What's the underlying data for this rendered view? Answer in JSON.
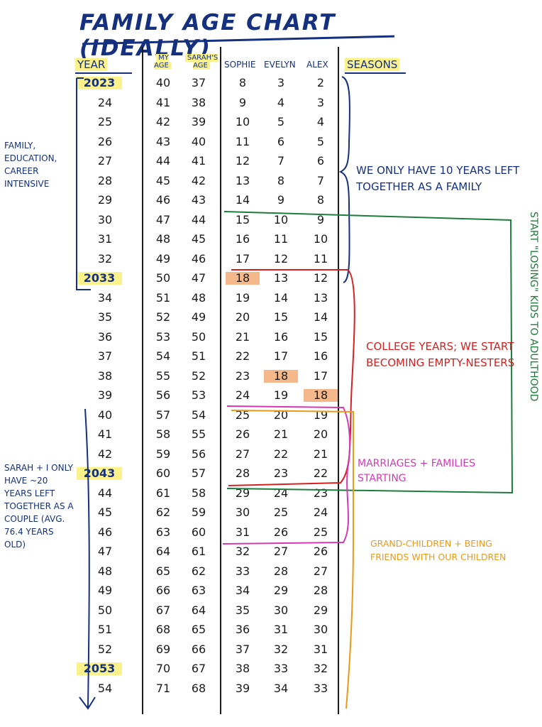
{
  "title": "Family Age chart (ideally)",
  "headers": {
    "year": "Year",
    "my_age": "My Age",
    "sarahs_age": "Sarah's Age",
    "sophie": "Sophie",
    "evelyn": "Evelyn",
    "alex": "Alex",
    "seasons": "Seasons"
  },
  "rows": [
    {
      "year": "2023",
      "my": "40",
      "sarah": "37",
      "sophie": "8",
      "evelyn": "3",
      "alex": "2",
      "mark": true
    },
    {
      "year": "24",
      "my": "41",
      "sarah": "38",
      "sophie": "9",
      "evelyn": "4",
      "alex": "3"
    },
    {
      "year": "25",
      "my": "42",
      "sarah": "39",
      "sophie": "10",
      "evelyn": "5",
      "alex": "4"
    },
    {
      "year": "26",
      "my": "43",
      "sarah": "40",
      "sophie": "11",
      "evelyn": "6",
      "alex": "5"
    },
    {
      "year": "27",
      "my": "44",
      "sarah": "41",
      "sophie": "12",
      "evelyn": "7",
      "alex": "6"
    },
    {
      "year": "28",
      "my": "45",
      "sarah": "42",
      "sophie": "13",
      "evelyn": "8",
      "alex": "7"
    },
    {
      "year": "29",
      "my": "46",
      "sarah": "43",
      "sophie": "14",
      "evelyn": "9",
      "alex": "8"
    },
    {
      "year": "30",
      "my": "47",
      "sarah": "44",
      "sophie": "15",
      "evelyn": "10",
      "alex": "9"
    },
    {
      "year": "31",
      "my": "48",
      "sarah": "45",
      "sophie": "16",
      "evelyn": "11",
      "alex": "10"
    },
    {
      "year": "32",
      "my": "49",
      "sarah": "46",
      "sophie": "17",
      "evelyn": "12",
      "alex": "11"
    },
    {
      "year": "2033",
      "my": "50",
      "sarah": "47",
      "sophie": "18",
      "evelyn": "13",
      "alex": "12",
      "mark": true,
      "peach": "sophie"
    },
    {
      "year": "34",
      "my": "51",
      "sarah": "48",
      "sophie": "19",
      "evelyn": "14",
      "alex": "13"
    },
    {
      "year": "35",
      "my": "52",
      "sarah": "49",
      "sophie": "20",
      "evelyn": "15",
      "alex": "14"
    },
    {
      "year": "36",
      "my": "53",
      "sarah": "50",
      "sophie": "21",
      "evelyn": "16",
      "alex": "15"
    },
    {
      "year": "37",
      "my": "54",
      "sarah": "51",
      "sophie": "22",
      "evelyn": "17",
      "alex": "16"
    },
    {
      "year": "38",
      "my": "55",
      "sarah": "52",
      "sophie": "23",
      "evelyn": "18",
      "alex": "17",
      "peach": "evelyn"
    },
    {
      "year": "39",
      "my": "56",
      "sarah": "53",
      "sophie": "24",
      "evelyn": "19",
      "alex": "18",
      "peach": "alex"
    },
    {
      "year": "40",
      "my": "57",
      "sarah": "54",
      "sophie": "25",
      "evelyn": "20",
      "alex": "19"
    },
    {
      "year": "41",
      "my": "58",
      "sarah": "55",
      "sophie": "26",
      "evelyn": "21",
      "alex": "20"
    },
    {
      "year": "42",
      "my": "59",
      "sarah": "56",
      "sophie": "27",
      "evelyn": "22",
      "alex": "21"
    },
    {
      "year": "2043",
      "my": "60",
      "sarah": "57",
      "sophie": "28",
      "evelyn": "23",
      "alex": "22",
      "mark": true
    },
    {
      "year": "44",
      "my": "61",
      "sarah": "58",
      "sophie": "29",
      "evelyn": "24",
      "alex": "23"
    },
    {
      "year": "45",
      "my": "62",
      "sarah": "59",
      "sophie": "30",
      "evelyn": "25",
      "alex": "24"
    },
    {
      "year": "46",
      "my": "63",
      "sarah": "60",
      "sophie": "31",
      "evelyn": "26",
      "alex": "25"
    },
    {
      "year": "47",
      "my": "64",
      "sarah": "61",
      "sophie": "32",
      "evelyn": "27",
      "alex": "26"
    },
    {
      "year": "48",
      "my": "65",
      "sarah": "62",
      "sophie": "33",
      "evelyn": "28",
      "alex": "27"
    },
    {
      "year": "49",
      "my": "66",
      "sarah": "63",
      "sophie": "34",
      "evelyn": "29",
      "alex": "28"
    },
    {
      "year": "50",
      "my": "67",
      "sarah": "64",
      "sophie": "35",
      "evelyn": "30",
      "alex": "29"
    },
    {
      "year": "51",
      "my": "68",
      "sarah": "65",
      "sophie": "36",
      "evelyn": "31",
      "alex": "30"
    },
    {
      "year": "52",
      "my": "69",
      "sarah": "66",
      "sophie": "37",
      "evelyn": "32",
      "alex": "31"
    },
    {
      "year": "2053",
      "my": "70",
      "sarah": "67",
      "sophie": "38",
      "evelyn": "33",
      "alex": "32",
      "mark": true
    },
    {
      "year": "54",
      "my": "71",
      "sarah": "68",
      "sophie": "39",
      "evelyn": "34",
      "alex": "33"
    }
  ],
  "notes": {
    "left_top": "Family, education, career intensive",
    "left_bottom": "Sarah + I only have ~20 years left together as a couple (avg. 76.4 years old)",
    "blue": "We only have 10 years left together as a family",
    "red": "College years; we start becoming empty-nesters",
    "magenta": "Marriages + families starting",
    "orange": "Grand-children + being friends with our children",
    "green": "Start \"losing\" kids to adulthood"
  },
  "colors": {
    "blue": "#14307e",
    "red": "#d42222",
    "magenta": "#d439b4",
    "orange": "#e99a18",
    "green": "#1d7d3c",
    "highlight_yellow": "#fbf28c",
    "highlight_peach": "#f5b88a"
  }
}
